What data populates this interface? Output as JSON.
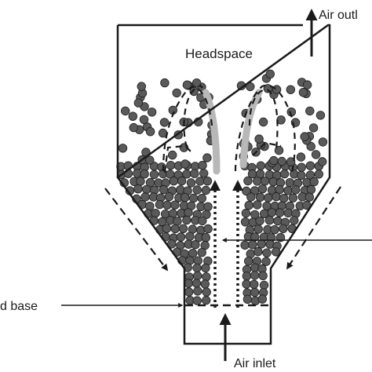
{
  "labels": {
    "headspace": "Headspace",
    "air_outlet": "Air outl",
    "air_inlet": "Air inlet",
    "base": "d base"
  },
  "colors": {
    "particle": "#5a5a5a",
    "particle_stroke": "#1e1e1e",
    "outline": "#1a1a1a",
    "spout": "#b8b8b8"
  },
  "icons": [
    "arrow-up-icon",
    "arrow-left-icon",
    "dashed-arrow-icon"
  ]
}
